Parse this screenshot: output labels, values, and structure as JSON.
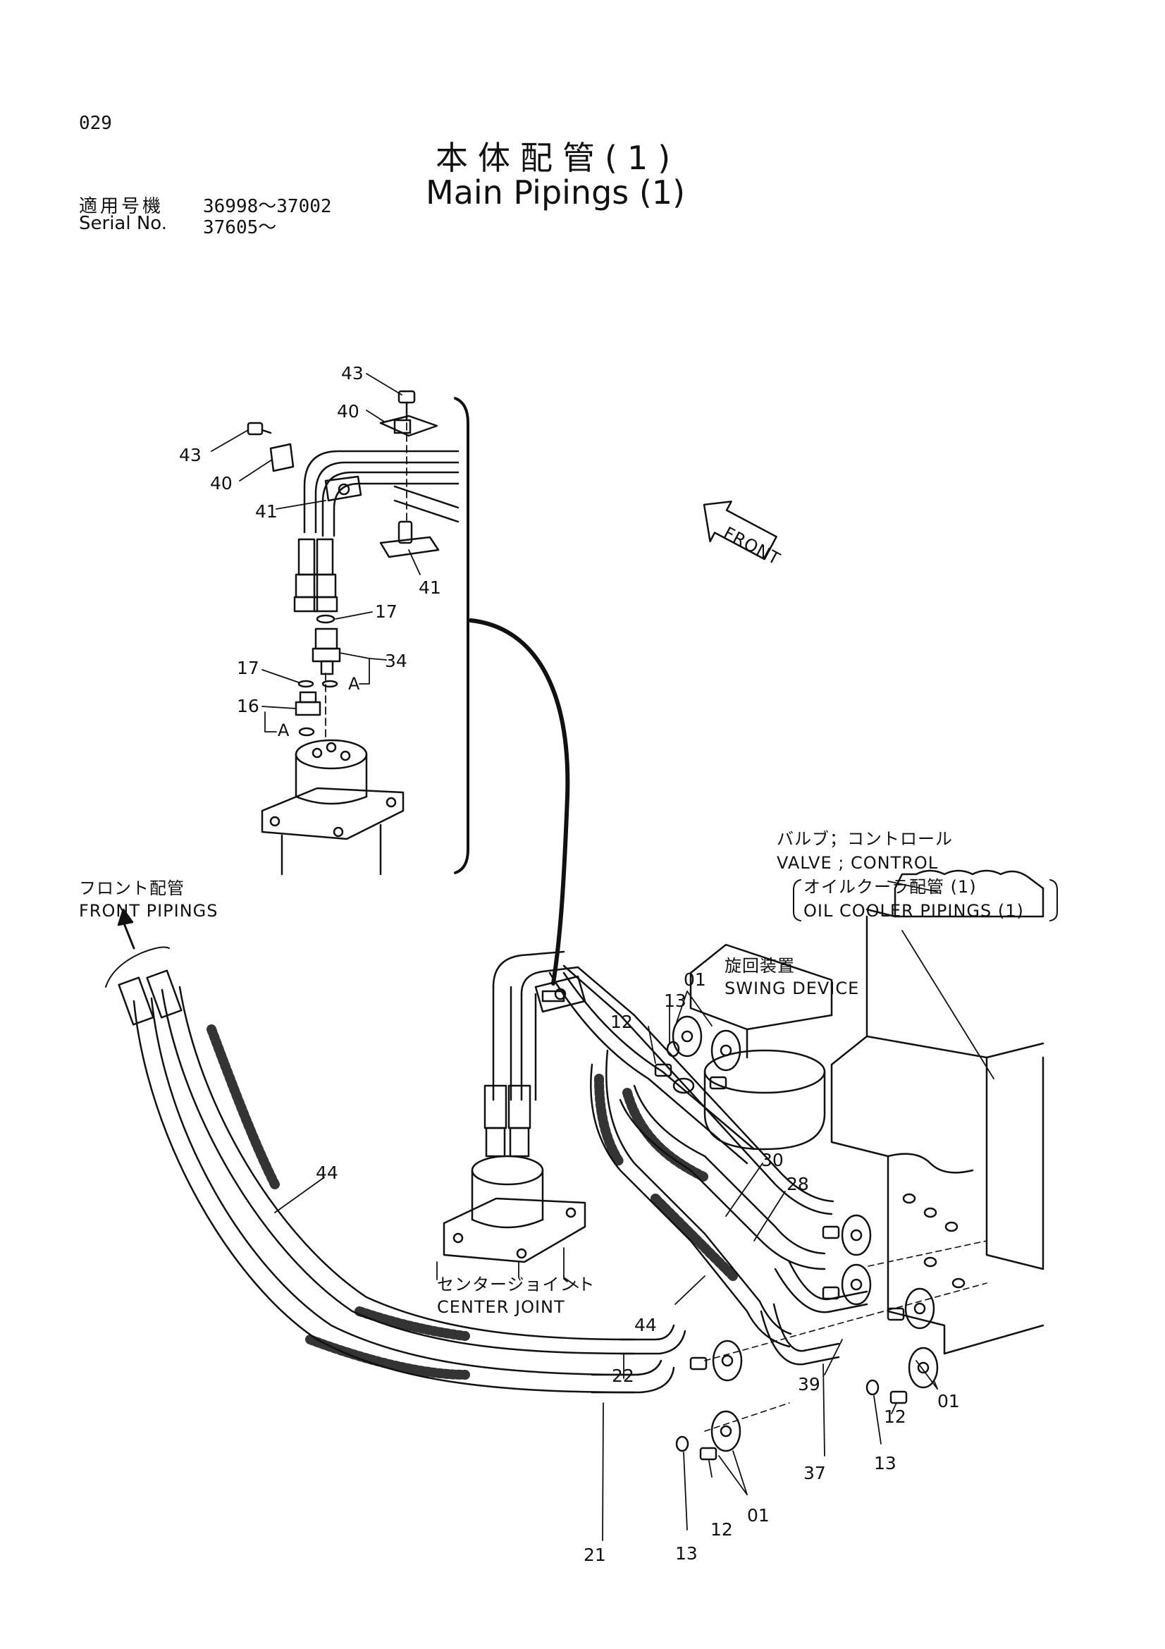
{
  "header": {
    "page_number": "029",
    "title_jp": "本体配管(1)",
    "title_en": "Main Pipings (1)",
    "serial_jp_label": "適用号機",
    "serial_jp_range": "36998～37002",
    "serial_en_label": "Serial No.",
    "serial_en_range": "37605～"
  },
  "labels": {
    "front_arrow": "FRONT",
    "front_pipings_jp": "フロント配管",
    "front_pipings_en": "FRONT PIPINGS",
    "valve_jp": "バルブ；コントロール",
    "valve_en": "VALVE ; CONTROL",
    "oil_cooler_jp": "オイルクーラ配管 (1)",
    "oil_cooler_en": "OIL COOLER PIPINGS (1)",
    "swing_jp": "旋回装置",
    "swing_en": "SWING DEVICE",
    "center_jp": "センタージョイント",
    "center_en": "CENTER JOINT",
    "view_a": "A"
  },
  "callouts": {
    "detail": [
      "43",
      "40",
      "43",
      "40",
      "41",
      "41",
      "17",
      "34",
      "17",
      "16"
    ],
    "main": [
      "01",
      "13",
      "12",
      "44",
      "30",
      "28",
      "44",
      "22",
      "39",
      "12",
      "01",
      "13",
      "37",
      "21",
      "12",
      "01",
      "13"
    ]
  },
  "colors": {
    "ink": "#111111",
    "paper": "#ffffff"
  }
}
